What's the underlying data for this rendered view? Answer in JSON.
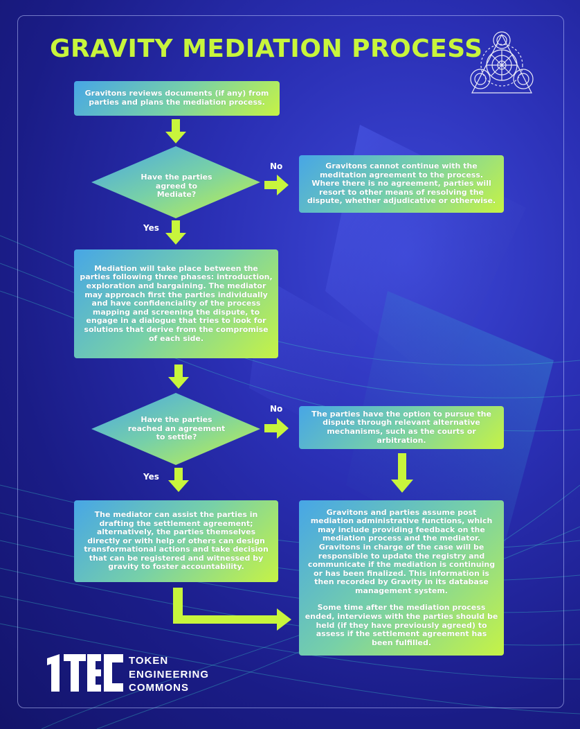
{
  "title": "GRAVITY MEDIATION PROCESS",
  "colors": {
    "accent": "#c8f53c",
    "background": "#1e2296",
    "box_gradient_start": "#47a6e6",
    "box_gradient_end": "#c6f345"
  },
  "icons": {
    "emblem": "sacred-geometry-emblem",
    "logo": "tec-logo"
  },
  "flow": {
    "step1": "Gravitons reviews documents (if any) from parties and plans the mediation process.",
    "decision1": "Have the parties agreed to Mediate?",
    "no_label_1": "No",
    "no_outcome_1": "Gravitons cannot continue with the meditation agreement to the process. Where there is no agreement, parties will resort to other means of resolving the dispute, whether adjudicative or otherwise.",
    "yes_label_1": "Yes",
    "step2": "Mediation will take place between the parties following three phases: introduction, exploration and bargaining. The mediator may approach first the parties individually and have confidenciality of the process mapping and screening the dispute, to engage in a dialogue that tries to look for solutions that derive from the compromise of each side.",
    "decision2": "Have the parties reached an agreement to settle?",
    "no_label_2": "No",
    "no_outcome_2": "The parties have the option to pursue the dispute through relevant alternative mechanisms, such as the courts or arbitration.",
    "yes_label_2": "Yes",
    "step3": "The mediator can assist the parties in drafting the settlement agreement; alternatively, the parties themselves directly or with help of others can design transformational actions and take decision that can be registered and witnessed by gravity to foster accountability.",
    "final_p1": "Gravitons and parties assume post mediation administrative functions, which may include providing feedback on the mediation process and the mediator. Gravitons in charge of the case will be responsible to update the registry and communicate if the mediation is continuing or has been finalized. This information is then recorded by Gravity in its database management system.",
    "final_p2": "Some time after the mediation process ended, interviews with the parties should be held (if they have previously agreed) to assess if the settlement agreement has been fulfilled."
  },
  "logo": {
    "line1": "TOKEN",
    "line2": "ENGINEERING",
    "line3": "COMMONS"
  }
}
